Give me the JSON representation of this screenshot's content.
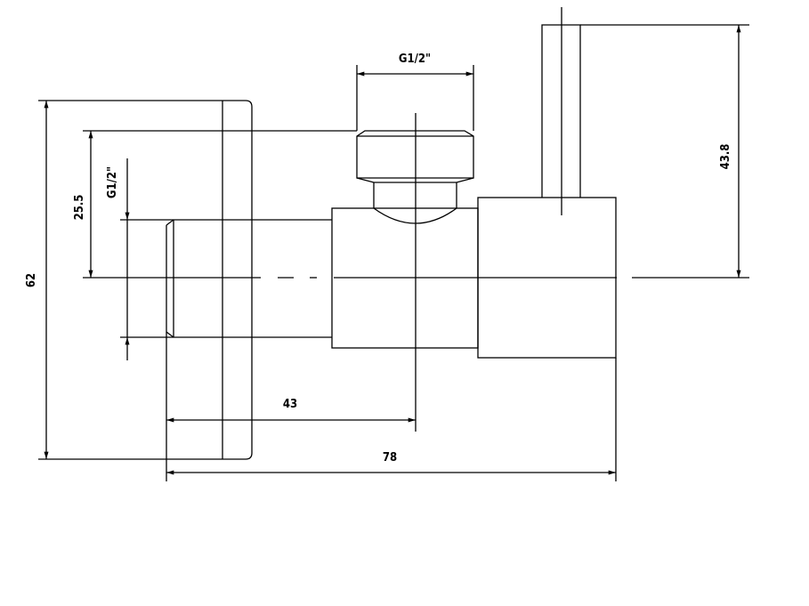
{
  "drawing": {
    "type": "angle valve technical drawing",
    "color": "#000000",
    "dimensions": {
      "top_thread": "G1/2\"",
      "left_thread": "G1/2\"",
      "offset_height": "25.5",
      "flange_height": "62",
      "handle_height": "43.8",
      "inlet_to_center": "43",
      "overall_length": "78"
    }
  }
}
